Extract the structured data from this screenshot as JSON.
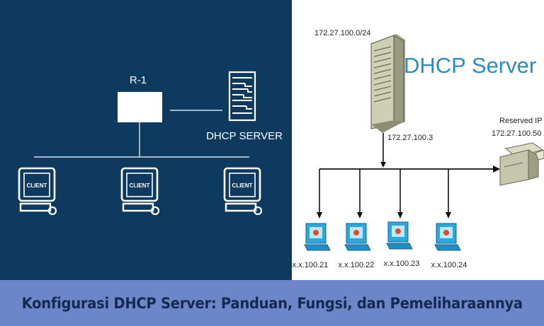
{
  "left_diagram": {
    "router_label": "R-1",
    "server_label": "DHCP SERVER",
    "client_label": "CLIENT",
    "colors": {
      "background": "#0f3a5f",
      "stroke": "#ffffff"
    }
  },
  "right_diagram": {
    "network_label": "172.27.100.0/24",
    "title": "DHCP Server",
    "server_ip": "172.27.100.3",
    "reserved_label": "Reserved IP",
    "reserved_ip": "172.27.100.50",
    "clients": [
      "x.x.100.21",
      "x.x.100.22",
      "x.x.100.23",
      "x.x.100.24"
    ],
    "colors": {
      "title": "#2a8cbf",
      "line": "#111111",
      "server": "#c9c9ae",
      "client": "#2aa8e0"
    }
  },
  "caption": "Konfigurasi DHCP Server: Panduan, Fungsi, dan Pemeliharaannya"
}
